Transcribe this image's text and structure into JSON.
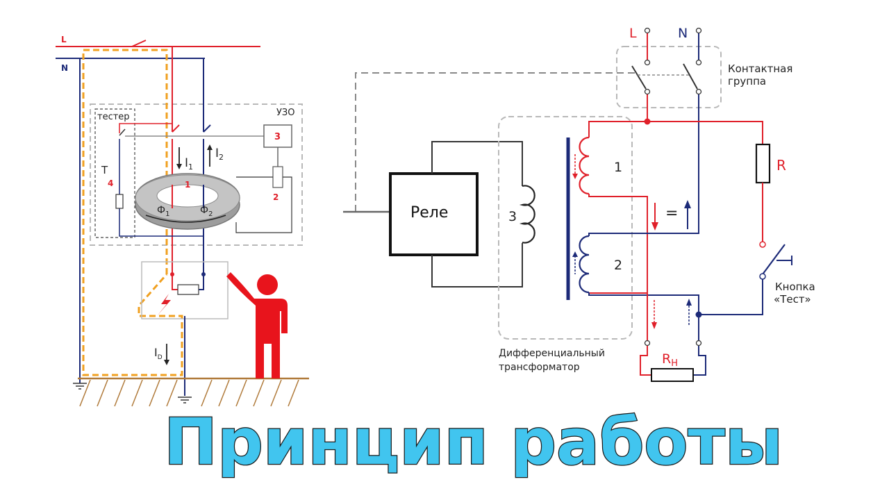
{
  "left_diagram": {
    "line_L": "L",
    "line_N": "N",
    "tester_label": "тестер",
    "rcd_label": "УЗО",
    "current_i1": "I",
    "current_i1_sub": "1",
    "current_i2": "I",
    "current_i2_sub": "2",
    "flux_1": "Ф",
    "flux_1_sub": "1",
    "flux_2": "Ф",
    "flux_2_sub": "2",
    "num_1": "1",
    "num_2": "2",
    "num_3": "3",
    "num_4": "4",
    "test_button": "Т",
    "leak_current": "I",
    "leak_current_sub": "D"
  },
  "right_diagram": {
    "line_L": "L",
    "line_N": "N",
    "contact_group_line1": "Контактная",
    "contact_group_line2": "группа",
    "relay": "Реле",
    "coil_3": "3",
    "coil_1": "1",
    "coil_2": "2",
    "equal_sign": "=",
    "resistor_r": "R",
    "load_r": "R",
    "load_r_sub": "Н",
    "test_button_line1": "Кнопка",
    "test_button_line2": "«Тест»",
    "transformer_line1": "Дифференциальный",
    "transformer_line2": "трансформатор"
  },
  "title": "Принцип работы",
  "colors": {
    "phase": "#e0202a",
    "neutral": "#1c2a78",
    "earth_path": "#f0a020",
    "ground": "#b07a3a",
    "box_dash": "#b8b8b8",
    "title_fill": "#41c5ef",
    "person": "#e8141c"
  }
}
